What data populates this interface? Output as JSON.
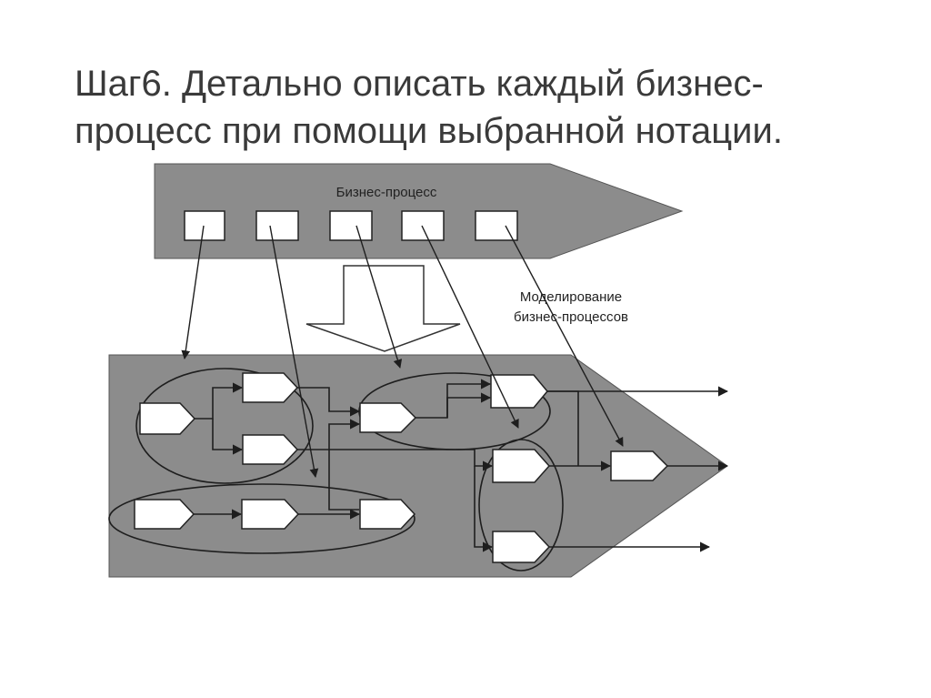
{
  "slide": {
    "title": "Шаг6. Детально описать каждый бизнес-\nпроцесс при помощи выбранной нотации."
  },
  "diagram": {
    "top_label": "Бизнес-процесс",
    "modeling_label_1": "Моделирование",
    "modeling_label_2": "бизнес-процессов",
    "colors": {
      "arrow_shape": "#8c8c8c",
      "box_fill": "#ffffff",
      "line": "#1e1e1e"
    }
  }
}
